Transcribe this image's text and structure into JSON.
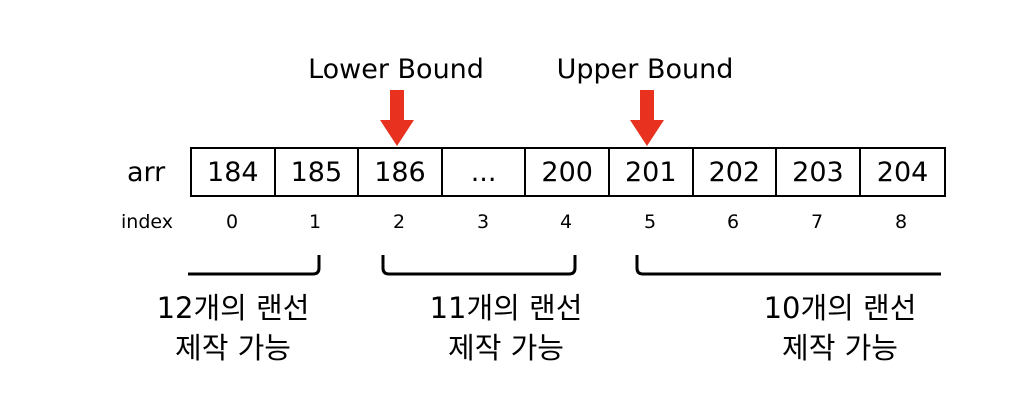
{
  "labels": {
    "lower_bound": "Lower Bound",
    "upper_bound": "Upper Bound",
    "arr": "arr",
    "index": "index"
  },
  "cells": [
    "184",
    "185",
    "186",
    "...",
    "200",
    "201",
    "202",
    "203",
    "204"
  ],
  "indices": [
    "0",
    "1",
    "2",
    "3",
    "4",
    "5",
    "6",
    "7",
    "8"
  ],
  "groups": [
    {
      "line1": "12개의 랜선",
      "line2": "제작 가능"
    },
    {
      "line1": "11개의 랜선",
      "line2": "제작 가능"
    },
    {
      "line1": "10개의 랜선",
      "line2": "제작 가능"
    }
  ],
  "colors": {
    "arrow": "#e8321f",
    "line": "#000000"
  }
}
